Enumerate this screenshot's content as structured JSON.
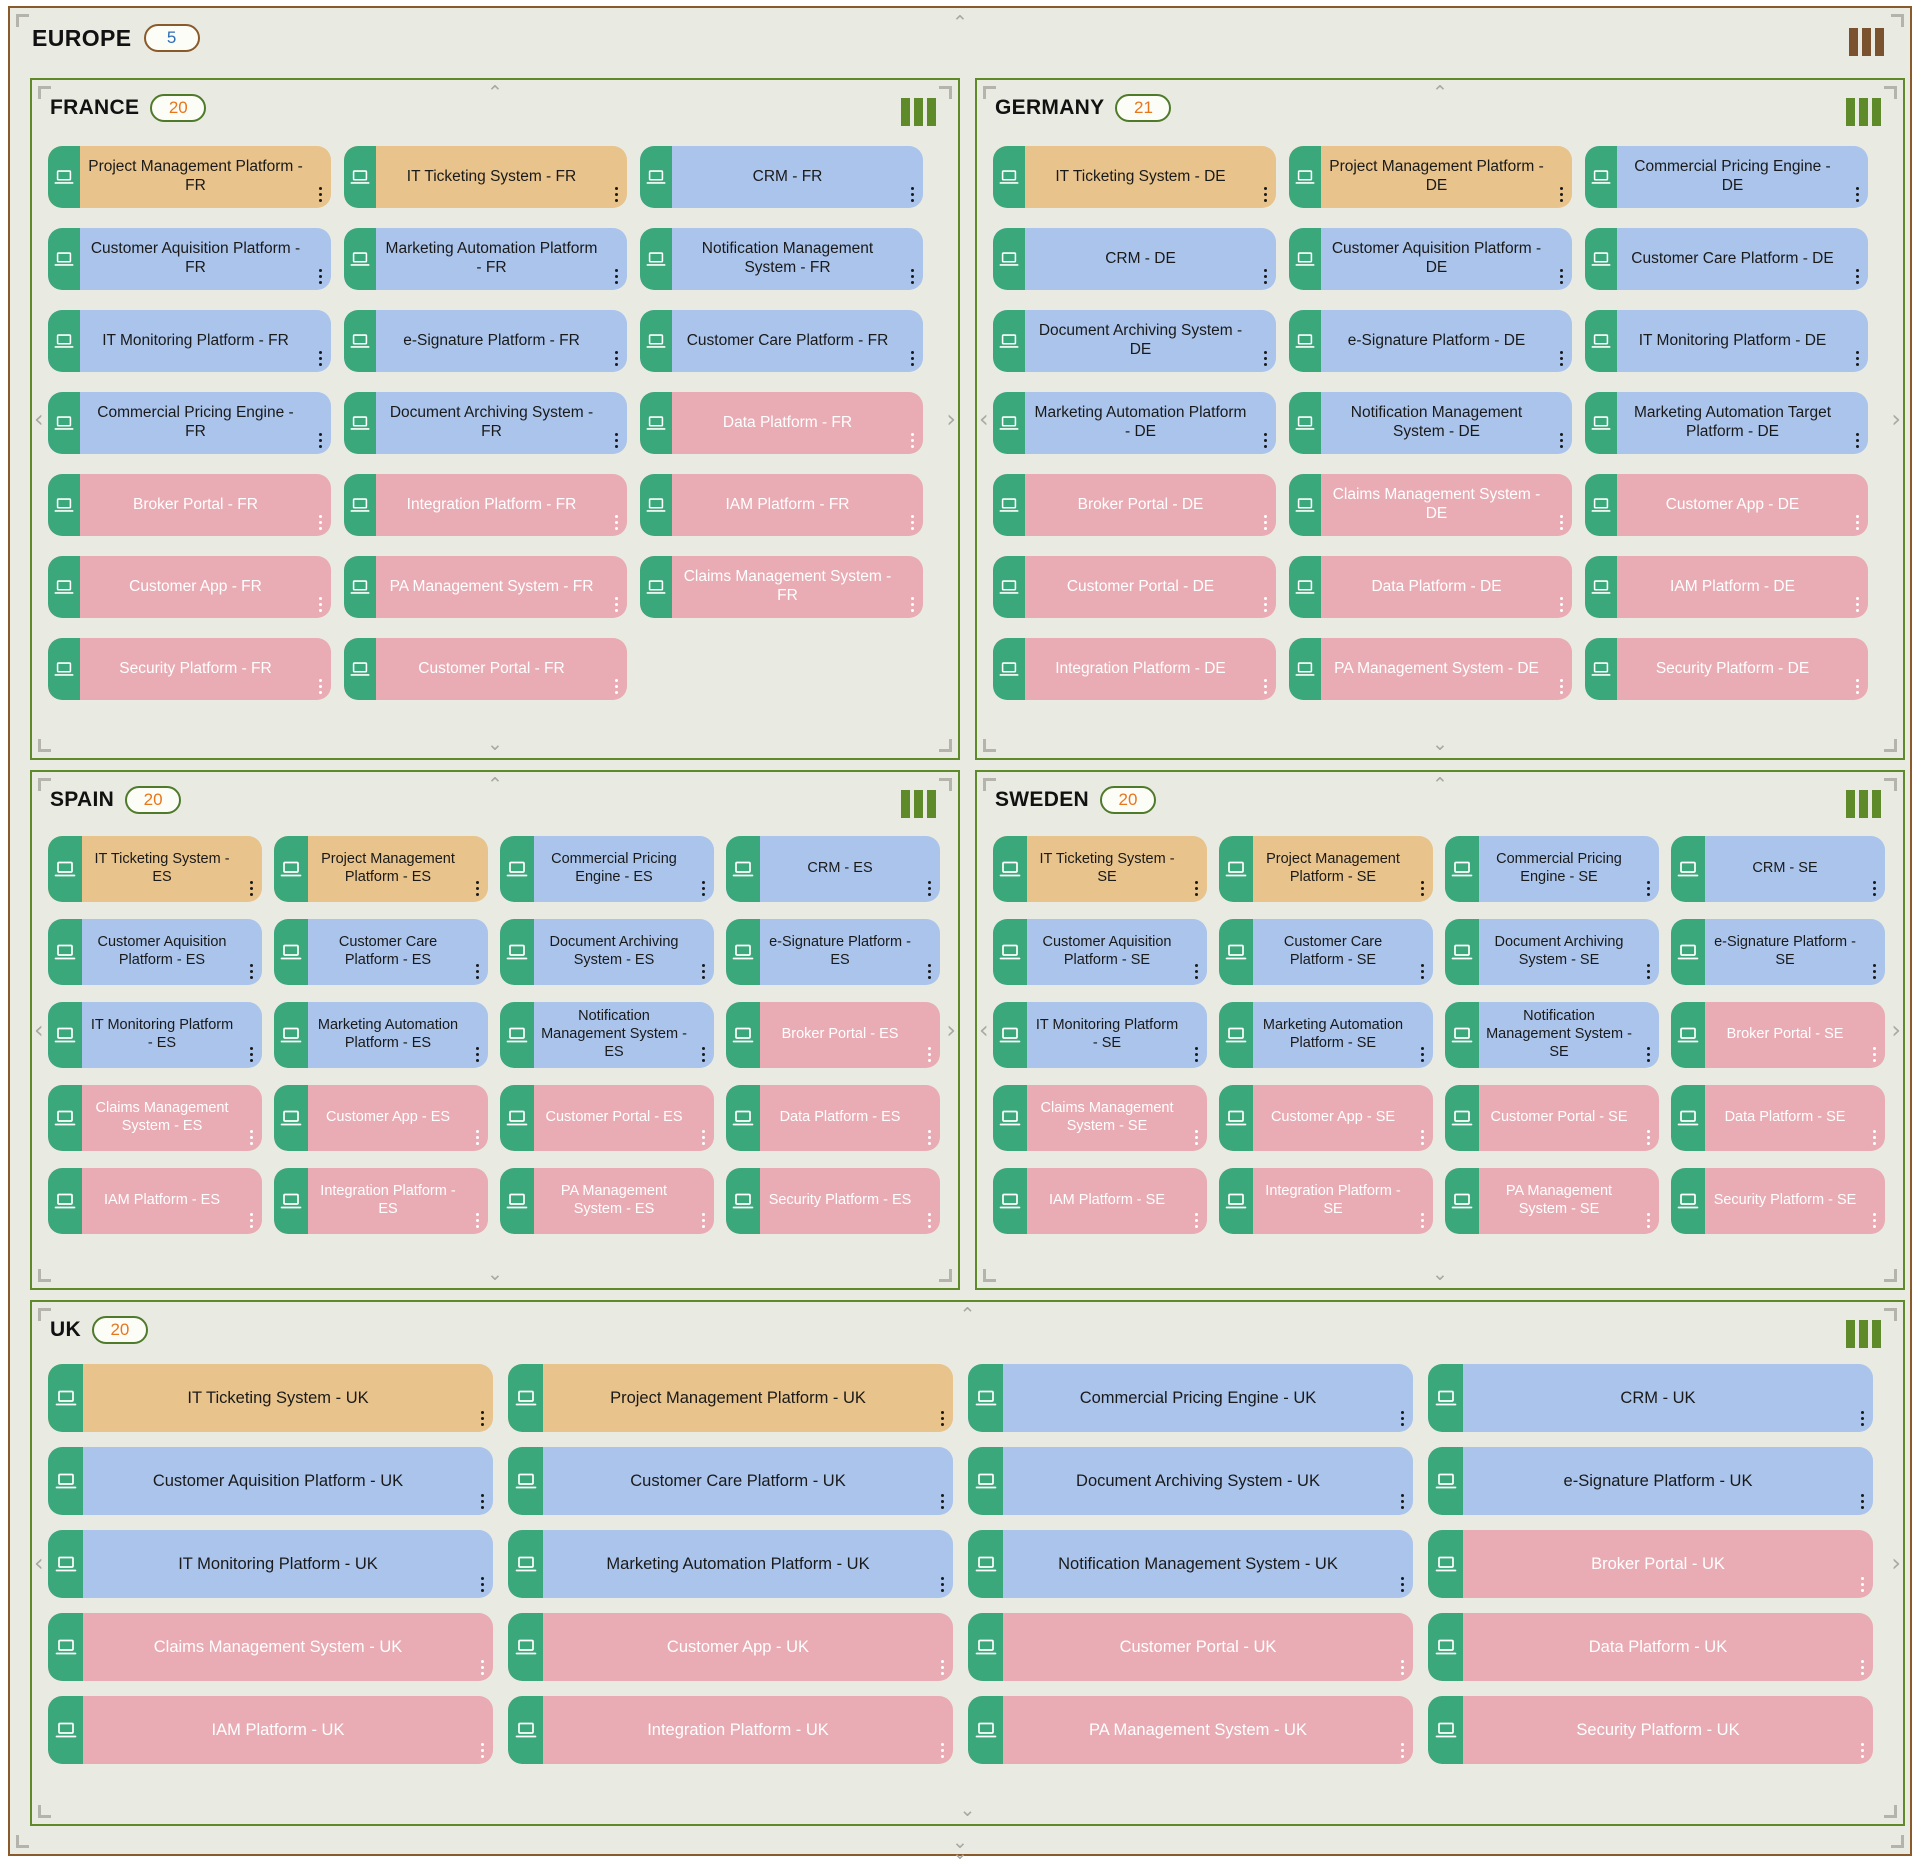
{
  "region": {
    "title": "EUROPE",
    "count": "5",
    "menu_icon": "three-bars-icon",
    "accent_color": "#8a5a2b"
  },
  "icons": {
    "card": "laptop-icon",
    "card_menu": "kebab-menu-icon",
    "scroll_up": "chevron-up-icon",
    "scroll_down": "chevron-down-icon",
    "scroll_left": "chevron-left-icon",
    "scroll_right": "chevron-right-icon"
  },
  "legend_colors": {
    "orange": "#e8c38b",
    "blue": "#aac4ec",
    "pink": "#e9acb4",
    "strip_green": "#3aa87a",
    "panel_border": "#5f8a2a",
    "background": "#e9ebe2"
  },
  "countries": [
    {
      "name": "FRANCE",
      "count": "20",
      "menu_icon": "three-bars-icon",
      "columns": 3,
      "apps": [
        {
          "label": "Project Management Platform - FR",
          "color": "orange"
        },
        {
          "label": "IT Ticketing System - FR",
          "color": "orange"
        },
        {
          "label": "CRM - FR",
          "color": "blue"
        },
        {
          "label": "Customer Aquisition Platform - FR",
          "color": "blue"
        },
        {
          "label": "Marketing Automation Platform - FR",
          "color": "blue"
        },
        {
          "label": "Notification Management System - FR",
          "color": "blue"
        },
        {
          "label": "IT Monitoring Platform - FR",
          "color": "blue"
        },
        {
          "label": "e-Signature Platform - FR",
          "color": "blue"
        },
        {
          "label": "Customer Care Platform - FR",
          "color": "blue"
        },
        {
          "label": "Commercial Pricing Engine - FR",
          "color": "blue"
        },
        {
          "label": "Document Archiving System - FR",
          "color": "blue"
        },
        {
          "label": "Data Platform - FR",
          "color": "pink"
        },
        {
          "label": "Broker Portal - FR",
          "color": "pink"
        },
        {
          "label": "Integration Platform - FR",
          "color": "pink"
        },
        {
          "label": "IAM Platform - FR",
          "color": "pink"
        },
        {
          "label": "Customer App - FR",
          "color": "pink"
        },
        {
          "label": "PA Management System - FR",
          "color": "pink"
        },
        {
          "label": "Claims Management System - FR",
          "color": "pink"
        },
        {
          "label": "Security Platform - FR",
          "color": "pink"
        },
        {
          "label": "Customer Portal - FR",
          "color": "pink"
        }
      ]
    },
    {
      "name": "GERMANY",
      "count": "21",
      "menu_icon": "three-bars-icon",
      "columns": 3,
      "apps": [
        {
          "label": "IT Ticketing System - DE",
          "color": "orange"
        },
        {
          "label": "Project Management Platform - DE",
          "color": "orange"
        },
        {
          "label": "Commercial Pricing Engine - DE",
          "color": "blue"
        },
        {
          "label": "CRM - DE",
          "color": "blue"
        },
        {
          "label": "Customer Aquisition Platform - DE",
          "color": "blue"
        },
        {
          "label": "Customer Care Platform - DE",
          "color": "blue"
        },
        {
          "label": "Document Archiving System - DE",
          "color": "blue"
        },
        {
          "label": "e-Signature Platform - DE",
          "color": "blue"
        },
        {
          "label": "IT Monitoring Platform - DE",
          "color": "blue"
        },
        {
          "label": "Marketing Automation Platform - DE",
          "color": "blue"
        },
        {
          "label": "Notification Management System - DE",
          "color": "blue"
        },
        {
          "label": "Marketing Automation Target Platform - DE",
          "color": "blue"
        },
        {
          "label": "Broker Portal - DE",
          "color": "pink"
        },
        {
          "label": "Claims Management System - DE",
          "color": "pink"
        },
        {
          "label": "Customer App - DE",
          "color": "pink"
        },
        {
          "label": "Customer Portal - DE",
          "color": "pink"
        },
        {
          "label": "Data Platform - DE",
          "color": "pink"
        },
        {
          "label": "IAM Platform - DE",
          "color": "pink"
        },
        {
          "label": "Integration Platform - DE",
          "color": "pink"
        },
        {
          "label": "PA Management System - DE",
          "color": "pink"
        },
        {
          "label": "Security Platform - DE",
          "color": "pink"
        }
      ]
    },
    {
      "name": "SPAIN",
      "count": "20",
      "menu_icon": "three-bars-icon",
      "columns": 4,
      "apps": [
        {
          "label": "IT Ticketing System - ES",
          "color": "orange"
        },
        {
          "label": "Project Management Platform - ES",
          "color": "orange"
        },
        {
          "label": "Commercial Pricing Engine - ES",
          "color": "blue"
        },
        {
          "label": "CRM - ES",
          "color": "blue"
        },
        {
          "label": "Customer Aquisition Platform - ES",
          "color": "blue"
        },
        {
          "label": "Customer Care Platform - ES",
          "color": "blue"
        },
        {
          "label": "Document Archiving System - ES",
          "color": "blue"
        },
        {
          "label": "e-Signature Platform - ES",
          "color": "blue"
        },
        {
          "label": "IT Monitoring Platform - ES",
          "color": "blue"
        },
        {
          "label": "Marketing Automation Platform - ES",
          "color": "blue"
        },
        {
          "label": "Notification Management System - ES",
          "color": "blue"
        },
        {
          "label": "Broker Portal - ES",
          "color": "pink"
        },
        {
          "label": "Claims Management System - ES",
          "color": "pink"
        },
        {
          "label": "Customer App - ES",
          "color": "pink"
        },
        {
          "label": "Customer Portal - ES",
          "color": "pink"
        },
        {
          "label": "Data Platform - ES",
          "color": "pink"
        },
        {
          "label": "IAM Platform - ES",
          "color": "pink"
        },
        {
          "label": "Integration Platform - ES",
          "color": "pink"
        },
        {
          "label": "PA Management System - ES",
          "color": "pink"
        },
        {
          "label": "Security Platform - ES",
          "color": "pink"
        }
      ]
    },
    {
      "name": "SWEDEN",
      "count": "20",
      "menu_icon": "three-bars-icon",
      "columns": 4,
      "apps": [
        {
          "label": "IT Ticketing System - SE",
          "color": "orange"
        },
        {
          "label": "Project Management Platform - SE",
          "color": "orange"
        },
        {
          "label": "Commercial Pricing Engine - SE",
          "color": "blue"
        },
        {
          "label": "CRM - SE",
          "color": "blue"
        },
        {
          "label": "Customer Aquisition Platform - SE",
          "color": "blue"
        },
        {
          "label": "Customer Care Platform - SE",
          "color": "blue"
        },
        {
          "label": "Document Archiving System - SE",
          "color": "blue"
        },
        {
          "label": "e-Signature Platform - SE",
          "color": "blue"
        },
        {
          "label": "IT Monitoring Platform - SE",
          "color": "blue"
        },
        {
          "label": "Marketing Automation Platform - SE",
          "color": "blue"
        },
        {
          "label": "Notification Management System - SE",
          "color": "blue"
        },
        {
          "label": "Broker Portal - SE",
          "color": "pink"
        },
        {
          "label": "Claims Management System - SE",
          "color": "pink"
        },
        {
          "label": "Customer App - SE",
          "color": "pink"
        },
        {
          "label": "Customer Portal - SE",
          "color": "pink"
        },
        {
          "label": "Data Platform - SE",
          "color": "pink"
        },
        {
          "label": "IAM Platform - SE",
          "color": "pink"
        },
        {
          "label": "Integration Platform - SE",
          "color": "pink"
        },
        {
          "label": "PA Management System - SE",
          "color": "pink"
        },
        {
          "label": "Security Platform - SE",
          "color": "pink"
        }
      ]
    },
    {
      "name": "UK",
      "count": "20",
      "menu_icon": "three-bars-icon",
      "columns": 4,
      "apps": [
        {
          "label": "IT Ticketing System - UK",
          "color": "orange"
        },
        {
          "label": "Project Management Platform - UK",
          "color": "orange"
        },
        {
          "label": "Commercial Pricing Engine - UK",
          "color": "blue"
        },
        {
          "label": "CRM - UK",
          "color": "blue"
        },
        {
          "label": "Customer Aquisition Platform - UK",
          "color": "blue"
        },
        {
          "label": "Customer Care Platform - UK",
          "color": "blue"
        },
        {
          "label": "Document Archiving System - UK",
          "color": "blue"
        },
        {
          "label": "e-Signature Platform - UK",
          "color": "blue"
        },
        {
          "label": "IT Monitoring Platform - UK",
          "color": "blue"
        },
        {
          "label": "Marketing Automation Platform - UK",
          "color": "blue"
        },
        {
          "label": "Notification Management System - UK",
          "color": "blue"
        },
        {
          "label": "Broker Portal - UK",
          "color": "pink"
        },
        {
          "label": "Claims Management System - UK",
          "color": "pink"
        },
        {
          "label": "Customer App - UK",
          "color": "pink"
        },
        {
          "label": "Customer Portal - UK",
          "color": "pink"
        },
        {
          "label": "Data Platform - UK",
          "color": "pink"
        },
        {
          "label": "IAM Platform - UK",
          "color": "pink"
        },
        {
          "label": "Integration Platform - UK",
          "color": "pink"
        },
        {
          "label": "PA Management System - UK",
          "color": "pink"
        },
        {
          "label": "Security Platform - UK",
          "color": "pink"
        }
      ]
    }
  ]
}
